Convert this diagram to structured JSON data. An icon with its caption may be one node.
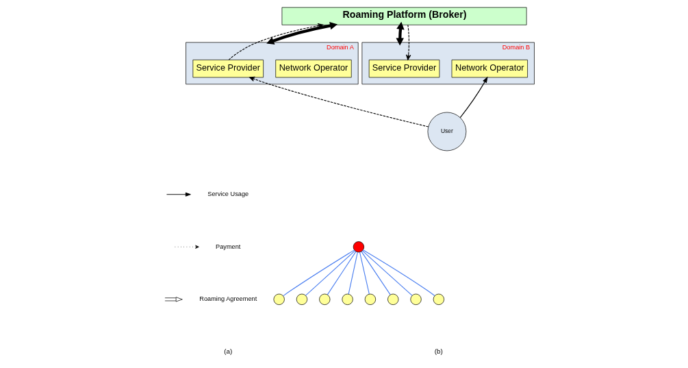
{
  "diagram": {
    "nodes": [
      {
        "text": [
          "Roaming Platform (Broker)"
        ]
      },
      {
        "text": [
          "Domain A"
        ]
      },
      {
        "text": [
          "Service Provider"
        ],
        "in": 1
      },
      {
        "text": [
          "Network Operator"
        ],
        "in": 1
      },
      {
        "text": [
          "Domain B"
        ]
      },
      {
        "text": [
          "Service Provider"
        ],
        "in": 4
      },
      {
        "text": [
          "Network Operator"
        ],
        "in": 4
      },
      {
        "text": [
          "User"
        ]
      },
      {
        "text": [],
        "shape": "circle"
      },
      {
        "text": [],
        "shape": "circle"
      },
      {
        "text": [],
        "shape": "circle"
      },
      {
        "text": [],
        "shape": "circle"
      },
      {
        "text": [],
        "shape": "circle"
      },
      {
        "text": [],
        "shape": "circle"
      },
      {
        "text": [],
        "shape": "circle"
      },
      {
        "text": [],
        "shape": "circle"
      },
      {
        "text": [],
        "shape": "circle"
      }
    ],
    "edges": [
      {
        "from": 2,
        "to": 0,
        "arrow": "to",
        "style": "dashed",
        "color": "#000000"
      },
      {
        "from": 1,
        "to": 0,
        "arrow": "both",
        "style": "thick",
        "color": "#000000"
      },
      {
        "from": 0,
        "to": 5,
        "arrow": "to",
        "style": "dashed",
        "color": "#000000"
      },
      {
        "from": 4,
        "to": 0,
        "arrow": "both",
        "style": "thick",
        "color": "#000000"
      },
      {
        "from": 7,
        "to": 2,
        "arrow": "to",
        "style": "dashed",
        "color": "#000000"
      },
      {
        "from": 7,
        "to": 6,
        "arrow": "to",
        "color": "#000000"
      },
      {
        "from": 12,
        "to": 9,
        "arrow": "none",
        "color": "#4a7ef0"
      },
      {
        "from": 12,
        "to": 10,
        "arrow": "none",
        "color": "#4a7ef0"
      },
      {
        "from": 12,
        "to": 11,
        "arrow": "none",
        "color": "#4a7ef0"
      },
      {
        "from": 12,
        "to": 13,
        "arrow": "none",
        "color": "#4a7ef0"
      },
      {
        "from": 12,
        "to": 14,
        "arrow": "none",
        "color": "#4a7ef0"
      },
      {
        "from": 12,
        "to": 15,
        "arrow": "none",
        "color": "#4a7ef0"
      },
      {
        "from": 12,
        "to": 16,
        "arrow": "none",
        "color": "#4a7ef0"
      },
      {
        "from": 12,
        "to": 8,
        "arrow": "none",
        "color": "#4a7ef0"
      }
    ],
    "labels": [
      "(a)",
      "(b)"
    ],
    "legend": [
      {
        "text": "Service Usage"
      },
      {
        "text": "Payment"
      },
      {
        "text": "Roaming Agreement"
      }
    ]
  }
}
